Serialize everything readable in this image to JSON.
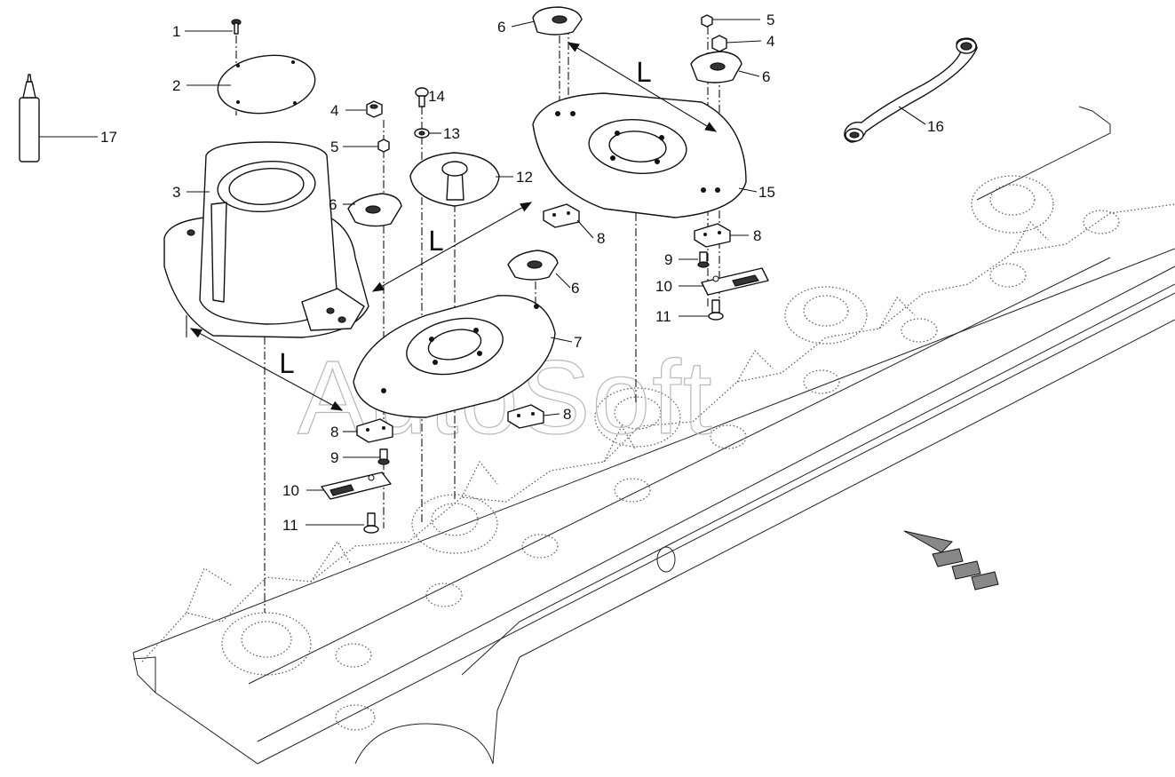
{
  "diagram": {
    "watermark": "AutoSoft",
    "dimension_label": "L",
    "callouts": [
      {
        "id": "c1",
        "label": "1"
      },
      {
        "id": "c2",
        "label": "2"
      },
      {
        "id": "c3",
        "label": "3"
      },
      {
        "id": "c4a",
        "label": "4"
      },
      {
        "id": "c5a",
        "label": "5"
      },
      {
        "id": "c6a",
        "label": "6"
      },
      {
        "id": "c14",
        "label": "14"
      },
      {
        "id": "c13",
        "label": "13"
      },
      {
        "id": "c12",
        "label": "12"
      },
      {
        "id": "c6b",
        "label": "6"
      },
      {
        "id": "c5b",
        "label": "5"
      },
      {
        "id": "c4b",
        "label": "4"
      },
      {
        "id": "c6c",
        "label": "6"
      },
      {
        "id": "c16",
        "label": "16"
      },
      {
        "id": "c17",
        "label": "17"
      },
      {
        "id": "c15",
        "label": "15"
      },
      {
        "id": "c8a",
        "label": "8"
      },
      {
        "id": "c8b",
        "label": "8"
      },
      {
        "id": "c9a",
        "label": "9"
      },
      {
        "id": "c10a",
        "label": "10"
      },
      {
        "id": "c11a",
        "label": "11"
      },
      {
        "id": "c6d",
        "label": "6"
      },
      {
        "id": "c7",
        "label": "7"
      },
      {
        "id": "c8c",
        "label": "8"
      },
      {
        "id": "c8d",
        "label": "8"
      },
      {
        "id": "c9b",
        "label": "9"
      },
      {
        "id": "c10b",
        "label": "10"
      },
      {
        "id": "c11b",
        "label": "11"
      }
    ]
  }
}
